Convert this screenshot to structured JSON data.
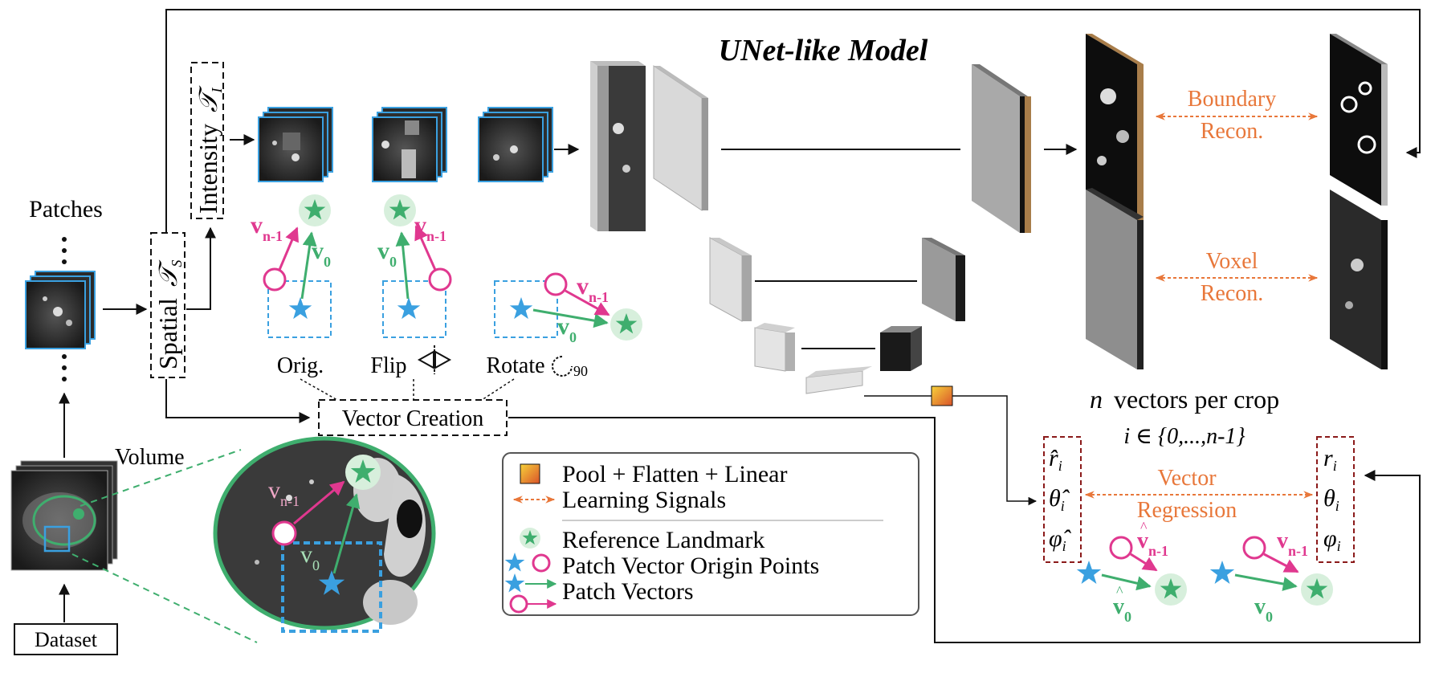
{
  "title": "UNet-like Model",
  "labels": {
    "patches": "Patches",
    "volume": "Volume",
    "dataset": "Dataset",
    "spatial": "Spatial",
    "spatial_sym": "𝒯",
    "spatial_sub": "S",
    "intensity": "Intensity",
    "intensity_sym": "𝒯",
    "intensity_sub": "I",
    "vector_creation": "Vector Creation",
    "orig": "Orig.",
    "flip": "Flip",
    "rotate": "Rotate",
    "rotate_sub": "90",
    "boundary_1": "Boundary",
    "boundary_2": "Recon.",
    "voxel_1": "Voxel",
    "voxel_2": "Recon.",
    "vector_1": "Vector",
    "vector_2": "Regression",
    "n_vectors": "vectors per crop",
    "n_symbol": "n",
    "index_range": "i ∈ {0,...,n-1}",
    "v": "v",
    "n1": "n-1",
    "zero": "0"
  },
  "pred_vars": [
    "r̂",
    "θ̂",
    "φ̂"
  ],
  "true_vars": [
    "r",
    "θ",
    "φ"
  ],
  "var_sub": "i",
  "legend": {
    "pool": "Pool + Flatten + Linear",
    "signals": "Learning Signals",
    "landmark": "Reference Landmark",
    "origin": "Patch Vector Origin Points",
    "vectors": "Patch Vectors"
  },
  "colors": {
    "magenta": "#e0388f",
    "green": "#3fae6e",
    "blue": "#3aa0e0",
    "orange": "#e8773a",
    "darkred": "#8b1a1a",
    "bronze": "#a87d4a"
  }
}
